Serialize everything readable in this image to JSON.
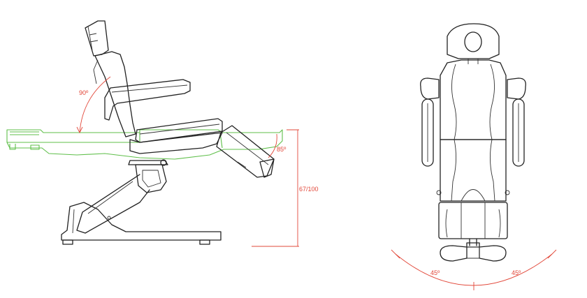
{
  "colors": {
    "outline": "#222222",
    "recline_overlay": "#5fbf4a",
    "dimension": "#e2483a"
  },
  "side_view": {
    "backrest_angle_label": "90º",
    "leg_angle_label": "85º",
    "height_label": "67/100"
  },
  "top_view": {
    "rotation_left_label": "45º",
    "rotation_right_label": "45º"
  }
}
